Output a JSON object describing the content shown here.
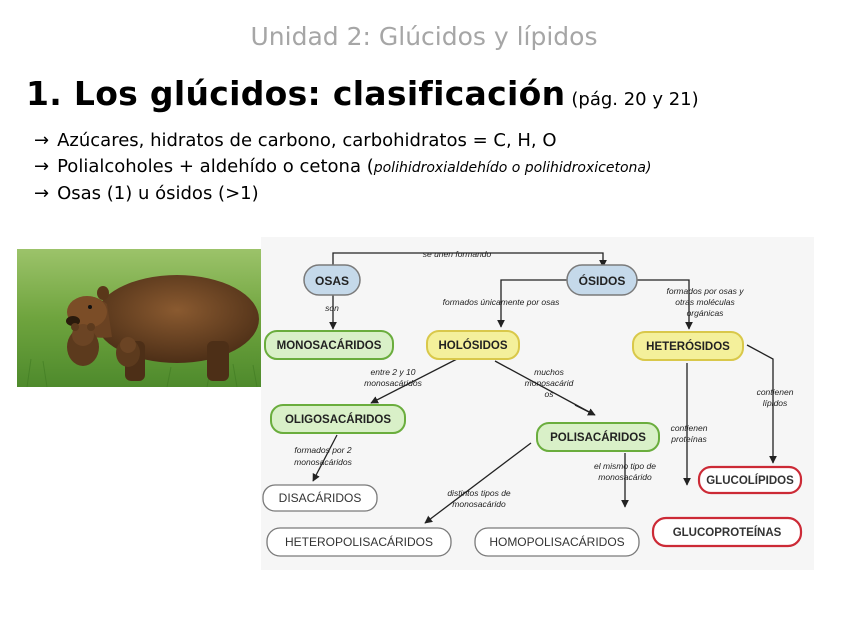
{
  "header": {
    "unit": "Unidad 2: Glúcidos y lípidos",
    "title": "1. Los glúcidos: clasificación",
    "page_ref": "(pág. 20 y 21)"
  },
  "bullets": [
    {
      "arrow": "→",
      "text": "Azúcares, hidratos de carbono, carbohidratos = C, H, O",
      "italic": ""
    },
    {
      "arrow": "→",
      "text": "Polialcoholes + aldehído o cetona (",
      "italic": "polihidroxialdehído o polihidroxicetona)"
    },
    {
      "arrow": "→",
      "text": "Osas (1) u ósidos (>1)",
      "italic": ""
    }
  ],
  "diagram": {
    "nodes": {
      "osas": "OSAS",
      "osidos": "ÓSIDOS",
      "monosacaridos": "MONOSACÁRIDOS",
      "holosidos": "HOLÓSIDOS",
      "heterosidos": "HETERÓSIDOS",
      "oligosacaridos": "OLIGOSACÁRIDOS",
      "polisacaridos": "POLISACÁRIDOS",
      "disacaridos": "DISACÁRIDOS",
      "heteropolisacaridos": "HETEROPOLISACÁRIDOS",
      "homopolisacaridos": "HOMOPOLISACÁRIDOS",
      "glucolipidos": "GLUCOLÍPIDOS",
      "glucoproteinas": "GLUCOPROTEÍNAS"
    },
    "edge_labels": {
      "se_unen": "se unen formando",
      "son": "son",
      "formados_osas": "formados únicamente por osas",
      "formados_otras_1": "formados por osas y",
      "formados_otras_2": "otras moléculas",
      "formados_otras_3": "orgánicas",
      "entre_1": "entre 2 y 10",
      "entre_2": "monosacáridos",
      "muchos_1": "muchos",
      "muchos_2": "monosacárid",
      "muchos_3": "os",
      "contienen_lipidos_1": "contienen",
      "contienen_lipidos_2": "lípidos",
      "contienen_proteinas_1": "contienen",
      "contienen_proteinas_2": "proteínas",
      "formados_2_1": "formados por 2",
      "formados_2_2": "monosacáridos",
      "mismo_tipo_1": "el mismo tipo de",
      "mismo_tipo_2": "monosacárido",
      "distintos_1": "distintos tipos de",
      "distintos_2": "monosacárido"
    },
    "colors": {
      "blue_fill": "#c5d9ea",
      "green_fill": "#d9f0c8",
      "green_stroke": "#6aad3d",
      "yellow_fill": "#f4f09b",
      "yellow_stroke": "#d9c84a",
      "red_stroke": "#cc2a36",
      "grey_stroke": "#7a7a7a"
    }
  }
}
